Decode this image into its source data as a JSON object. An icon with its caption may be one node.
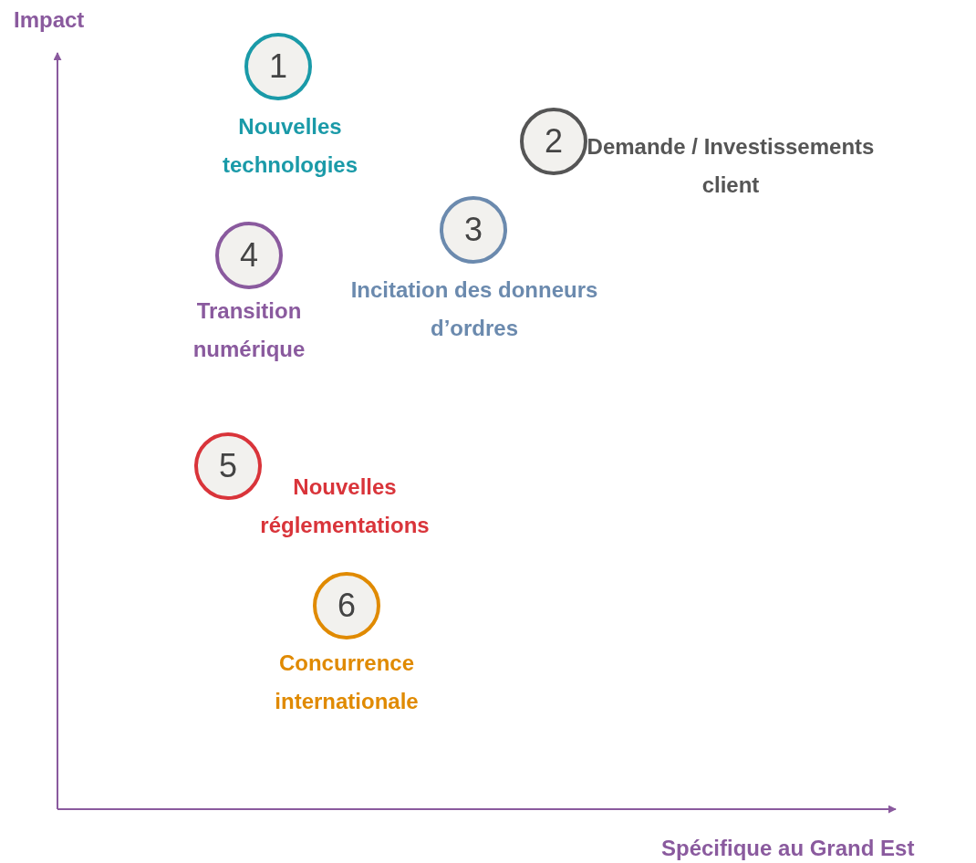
{
  "diagram": {
    "nodes": [
      {
        "text": [
          "1"
        ],
        "beside": [
          "Nouvelles technologies"
        ]
      },
      {
        "text": [
          "2"
        ],
        "beside": [
          "Demande / Investissements client"
        ]
      },
      {
        "text": [
          "3"
        ],
        "beside": [
          "Incitation des donneurs d’ordres"
        ]
      },
      {
        "text": [
          "4"
        ],
        "beside": [
          "Transition numérique"
        ]
      },
      {
        "text": [
          "5"
        ],
        "beside": [
          "Nouvelles réglementations"
        ]
      },
      {
        "text": [
          "6"
        ],
        "beside": [
          "Concurrence internationale"
        ]
      }
    ],
    "labels": [
      "Impact",
      "Spécifique au Grand Est"
    ]
  }
}
